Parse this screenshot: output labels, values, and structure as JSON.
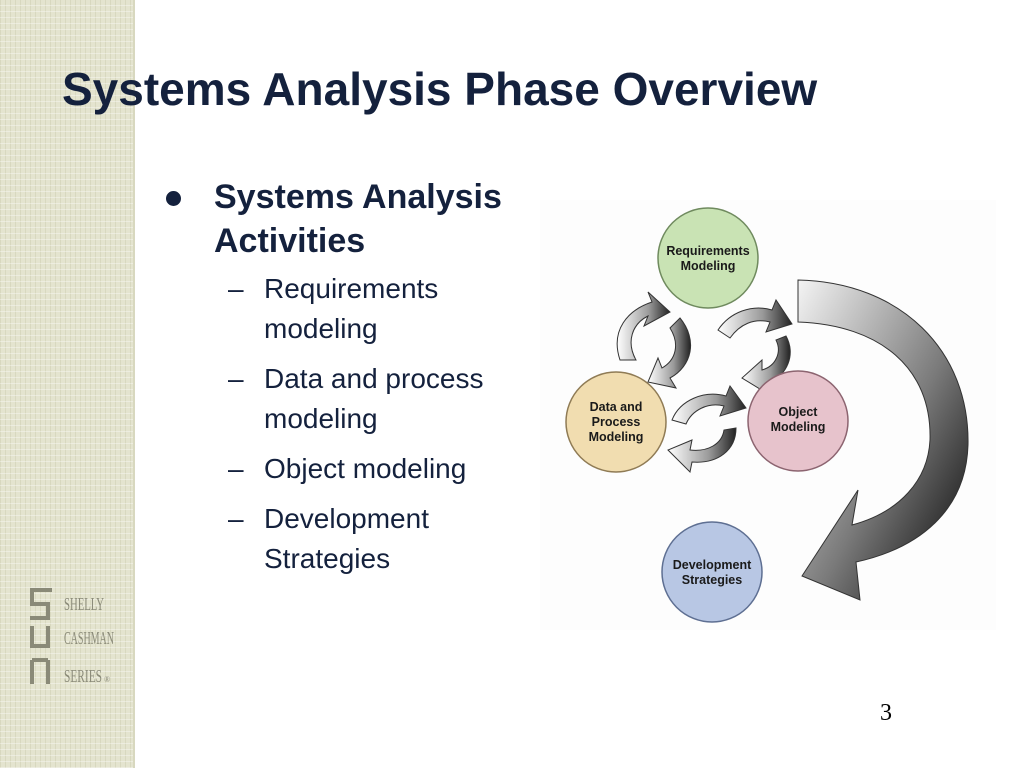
{
  "slide": {
    "title": "Systems Analysis Phase Overview",
    "main_bullet": "Systems Analysis Activities",
    "sub_bullets": [
      "Requirements modeling",
      "Data and process modeling",
      "Object modeling",
      "Development Strategies"
    ],
    "page_number": "3"
  },
  "diagram": {
    "requirements": [
      "Requirements",
      "Modeling"
    ],
    "data_process": [
      "Data and",
      "Process",
      "Modeling"
    ],
    "object": [
      "Object",
      "Modeling"
    ],
    "development": [
      "Development",
      "Strategies"
    ]
  },
  "logo": {
    "line1": "SHELLY",
    "line2": "CASHMAN",
    "line3": "SERIES",
    "mark": "®"
  },
  "colors": {
    "title": "#14213d",
    "requirements_fill": "#c9e3b4",
    "data_process_fill": "#f1ddb0",
    "object_fill": "#e7c3cc",
    "development_fill": "#b8c7e4",
    "sidebar": "#e4e4cf"
  }
}
